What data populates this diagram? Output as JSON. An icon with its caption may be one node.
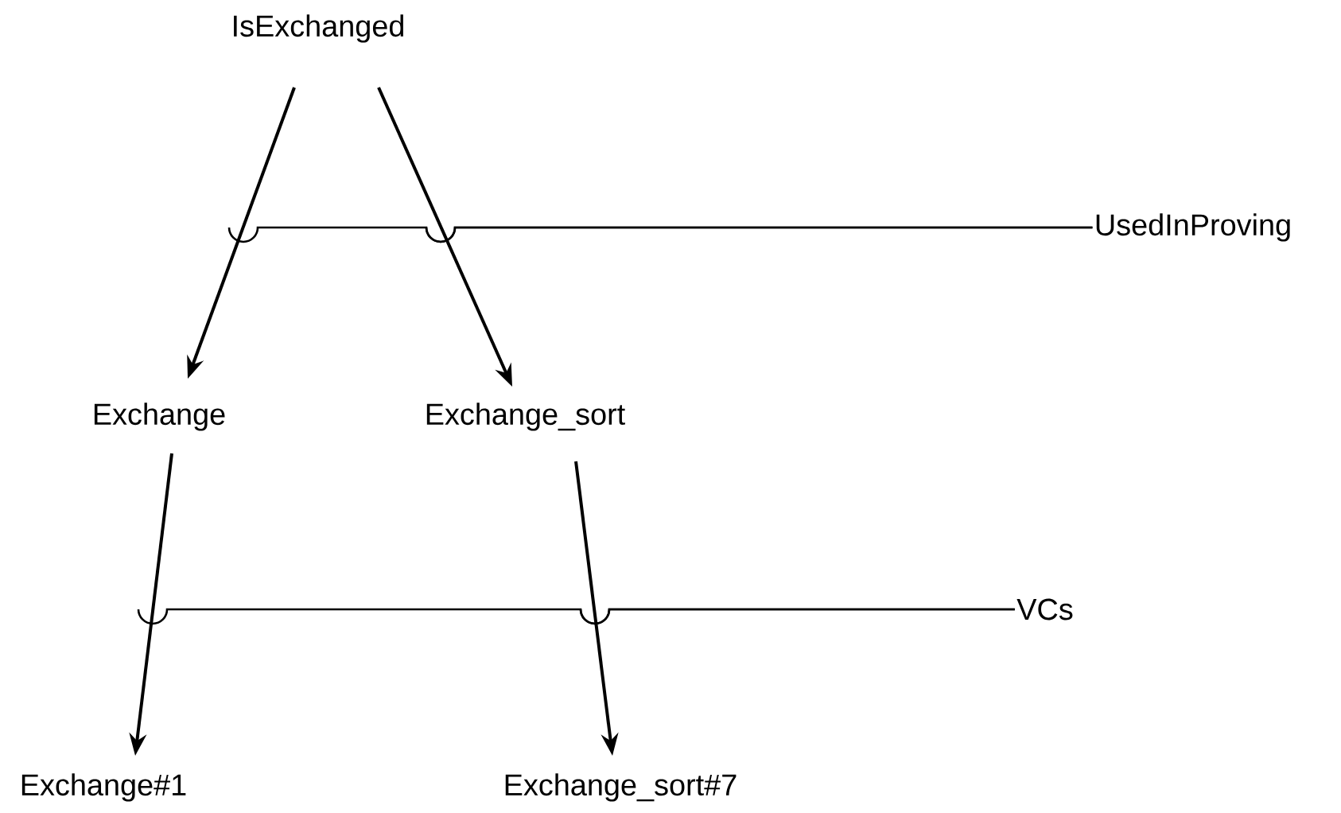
{
  "diagram": {
    "nodes": [
      {
        "text": [
          "IsExchanged"
        ]
      },
      {
        "text": [
          "Exchange"
        ]
      },
      {
        "text": [
          "Exchange_sort"
        ]
      },
      {
        "text": [
          "Exchange#1"
        ]
      },
      {
        "text": [
          "Exchange_sort#7"
        ]
      },
      {
        "text": [
          "UsedInProving"
        ]
      },
      {
        "text": [
          "VCs"
        ]
      }
    ],
    "edges": [
      {
        "from": 0,
        "to": 1,
        "arrow": "to"
      },
      {
        "from": 0,
        "to": 2,
        "arrow": "to"
      },
      {
        "from": 1,
        "to": 3,
        "arrow": "to"
      },
      {
        "from": 2,
        "to": 4,
        "arrow": "to"
      },
      {
        "from": 5,
        "to": null,
        "arrow": "none"
      },
      {
        "from": 5,
        "to": null,
        "arrow": "none"
      },
      {
        "from": 6,
        "to": null,
        "arrow": "none"
      },
      {
        "from": 6,
        "to": null,
        "arrow": "none"
      }
    ]
  }
}
